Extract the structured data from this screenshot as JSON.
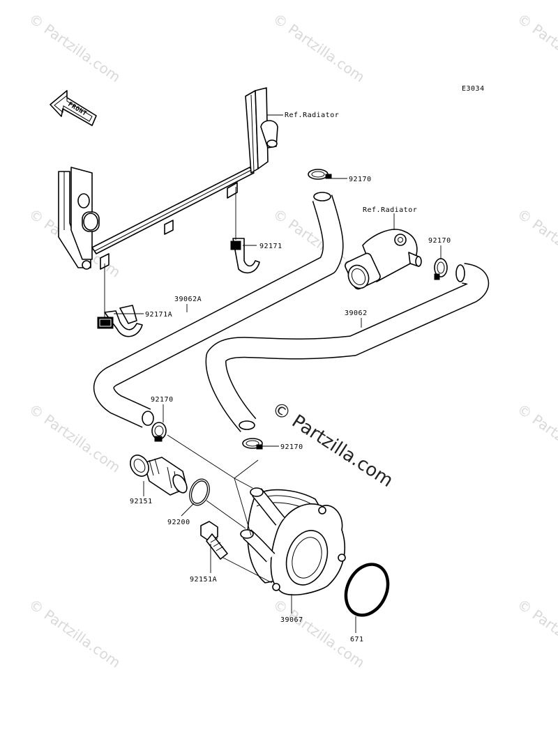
{
  "diagram": {
    "code": "E3034",
    "front_label": "FRONT",
    "watermark": "© Partzilla.com",
    "callouts": {
      "ref_radiator_top": "Ref.Radiator",
      "ref_radiator_mid": "Ref.Radiator",
      "p92170_a": "92170",
      "p92170_b": "92170",
      "p92170_c": "92170",
      "p92170_d": "92170",
      "p92171": "92171",
      "p92171a": "92171A",
      "p39062a": "39062A",
      "p39062": "39062",
      "p92151": "92151",
      "p92200": "92200",
      "p92151a": "92151A",
      "p39067": "39067",
      "p671": "671"
    }
  }
}
